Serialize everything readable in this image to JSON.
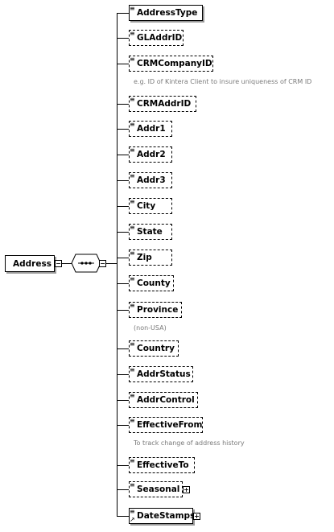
{
  "root": {
    "label": "Address"
  },
  "sequence": {
    "icon": "sequence-compositor-icon"
  },
  "icons": {
    "doc": "documentation-lines-icon",
    "collapse": "minus-box-icon",
    "expand": "plus-box-icon",
    "ref": "reference-arrow-icon"
  },
  "symbols": {
    "doc": "≡",
    "collapse": "−",
    "expand": "+",
    "ref": "↗"
  },
  "elements": [
    {
      "label": "AddressType",
      "optional": false
    },
    {
      "label": "GLAddrID",
      "optional": true
    },
    {
      "label": "CRMCompanyID",
      "optional": true,
      "note": "e.g. ID of Kintera Client to insure uniqueness of CRM ID"
    },
    {
      "label": "CRMAddrID",
      "optional": true
    },
    {
      "label": "Addr1",
      "optional": true
    },
    {
      "label": "Addr2",
      "optional": true
    },
    {
      "label": "Addr3",
      "optional": true
    },
    {
      "label": "City",
      "optional": true
    },
    {
      "label": "State",
      "optional": true
    },
    {
      "label": "Zip",
      "optional": true
    },
    {
      "label": "County",
      "optional": true
    },
    {
      "label": "Province",
      "optional": true,
      "note": "(non-USA)"
    },
    {
      "label": "Country",
      "optional": true
    },
    {
      "label": "AddrStatus",
      "optional": true
    },
    {
      "label": "AddrControl",
      "optional": true
    },
    {
      "label": "EffectiveFrom",
      "optional": true,
      "note": "To track change of address history"
    },
    {
      "label": "EffectiveTo",
      "optional": true
    },
    {
      "label": "Seasonal",
      "optional": true,
      "expandable": true
    },
    {
      "label": "DateStamps",
      "optional": false,
      "expandable": true,
      "reference": true
    }
  ]
}
